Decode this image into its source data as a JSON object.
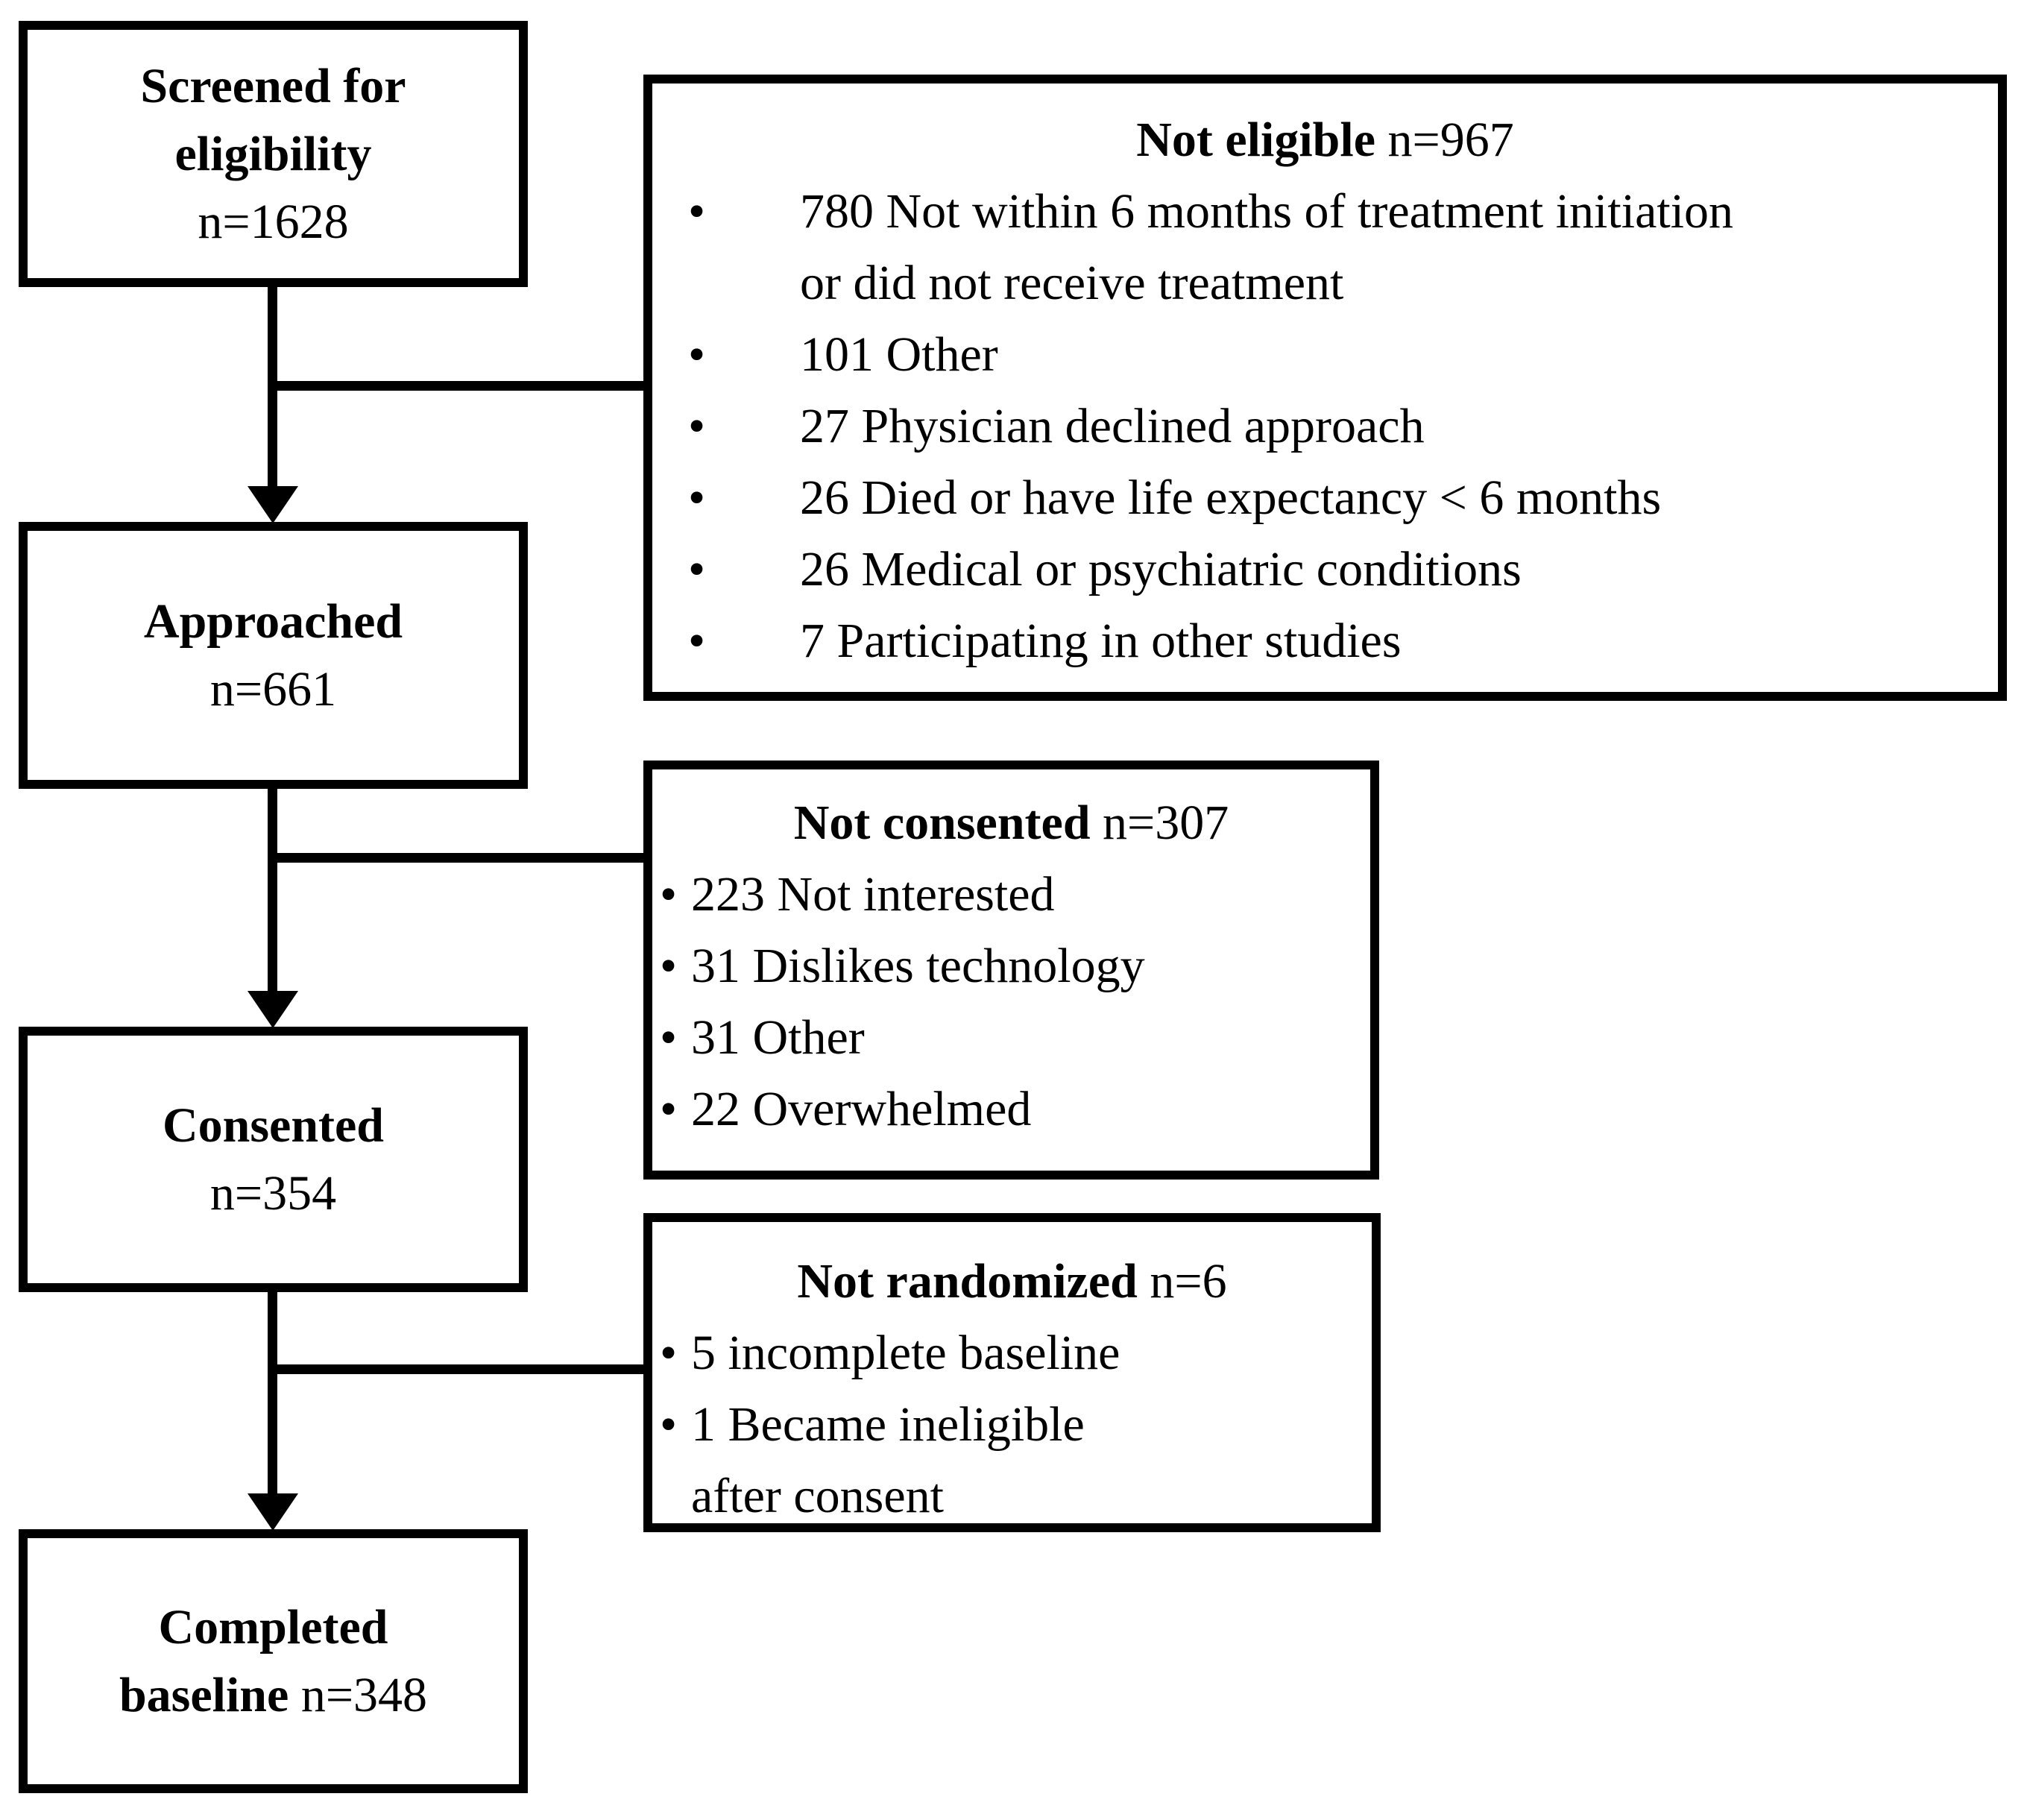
{
  "flowchart": {
    "bullet": "•",
    "screened": {
      "line1": "Screened for",
      "line2": "eligibility",
      "count": "n=1628"
    },
    "not_eligible": {
      "title": "Not eligible",
      "count": "n=967",
      "items": [
        {
          "line1": "780 Not within 6 months of treatment initiation",
          "line2": "or did not receive treatment"
        },
        {
          "line1": "101 Other"
        },
        {
          "line1": "27 Physician declined approach"
        },
        {
          "line1": "26 Died or have life expectancy < 6 months"
        },
        {
          "line1": "26 Medical or psychiatric conditions"
        },
        {
          "line1": "7 Participating in other studies"
        }
      ]
    },
    "approached": {
      "title": "Approached",
      "count": "n=661"
    },
    "not_consented": {
      "title": "Not consented",
      "count": "n=307",
      "items": [
        {
          "line1": "223 Not interested"
        },
        {
          "line1": "31 Dislikes technology"
        },
        {
          "line1": "31 Other"
        },
        {
          "line1": "22 Overwhelmed"
        }
      ]
    },
    "consented": {
      "title": "Consented",
      "count": "n=354"
    },
    "not_randomized": {
      "title": "Not randomized",
      "count": "n=6",
      "items": [
        {
          "line1": "5 incomplete baseline"
        },
        {
          "line1": "1 Became ineligible",
          "line2": "after consent"
        }
      ]
    },
    "completed": {
      "line1": "Completed",
      "line2_bold": "baseline",
      "count": "n=348"
    },
    "colors": {
      "line": "#000000",
      "background": "#ffffff",
      "text": "#000000"
    }
  }
}
